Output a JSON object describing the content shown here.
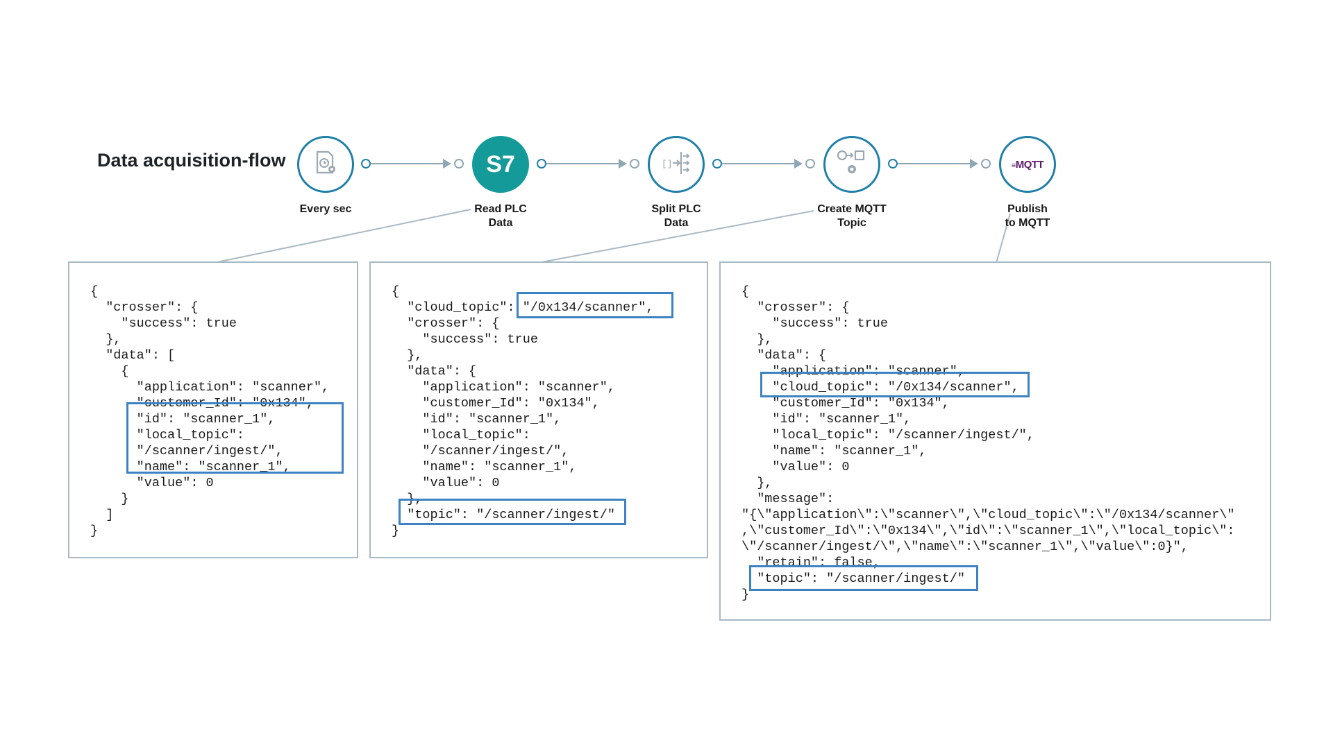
{
  "title": "Data acquisition-flow",
  "nodes": [
    {
      "label_line1": "Every sec",
      "label_line2": "",
      "icon": "clock-gear-icon"
    },
    {
      "label_line1": "Read PLC",
      "label_line2": "Data",
      "icon": "s7-icon",
      "icon_text": "S7"
    },
    {
      "label_line1": "Split PLC",
      "label_line2": "Data",
      "icon": "split-icon"
    },
    {
      "label_line1": "Create MQTT",
      "label_line2": "Topic",
      "icon": "transform-icon"
    },
    {
      "label_line1": "Publish",
      "label_line2": "to MQTT",
      "icon": "mqtt-icon",
      "icon_text": "MQTT"
    }
  ],
  "panels": [
    {
      "code": "{\n  \"crosser\": {\n    \"success\": true\n  },\n  \"data\": [\n    {\n      \"application\": \"scanner\",\n      \"customer_Id\": \"0x134\",\n      \"id\": \"scanner_1\",\n      \"local_topic\":\n      \"/scanner/ingest/\",\n      \"name\": \"scanner_1\",\n      \"value\": 0\n    }\n  ]\n}"
    },
    {
      "code": "{\n  \"cloud_topic\": \"/0x134/scanner\",\n  \"crosser\": {\n    \"success\": true\n  },\n  \"data\": {\n    \"application\": \"scanner\",\n    \"customer_Id\": \"0x134\",\n    \"id\": \"scanner_1\",\n    \"local_topic\":\n    \"/scanner/ingest/\",\n    \"name\": \"scanner_1\",\n    \"value\": 0\n  },\n  \"topic\": \"/scanner/ingest/\"\n}"
    },
    {
      "code": "{\n  \"crosser\": {\n    \"success\": true\n  },\n  \"data\": {\n    \"application\": \"scanner\",\n    \"cloud_topic\": \"/0x134/scanner\",\n    \"customer_Id\": \"0x134\",\n    \"id\": \"scanner_1\",\n    \"local_topic\": \"/scanner/ingest/\",\n    \"name\": \"scanner_1\",\n    \"value\": 0\n  },\n  \"message\":\n\"{\\\"application\\\":\\\"scanner\\\",\\\"cloud_topic\\\":\\\"/0x134/scanner\\\"\n,\\\"customer_Id\\\":\\\"0x134\\\",\\\"id\\\":\\\"scanner_1\\\",\\\"local_topic\\\":\n\\\"/scanner/ingest/\\\",\\\"name\\\":\\\"scanner_1\\\",\\\"value\\\":0}\",\n  \"retain\": false,\n  \"topic\": \"/scanner/ingest/\"\n}"
    }
  ],
  "colors": {
    "node_outline": "#1e7fa8",
    "s7_fill": "#159a9a",
    "highlight": "#3d82c2",
    "connector": "#8fa7b4",
    "mqtt_logo": "#5d1a6b"
  }
}
